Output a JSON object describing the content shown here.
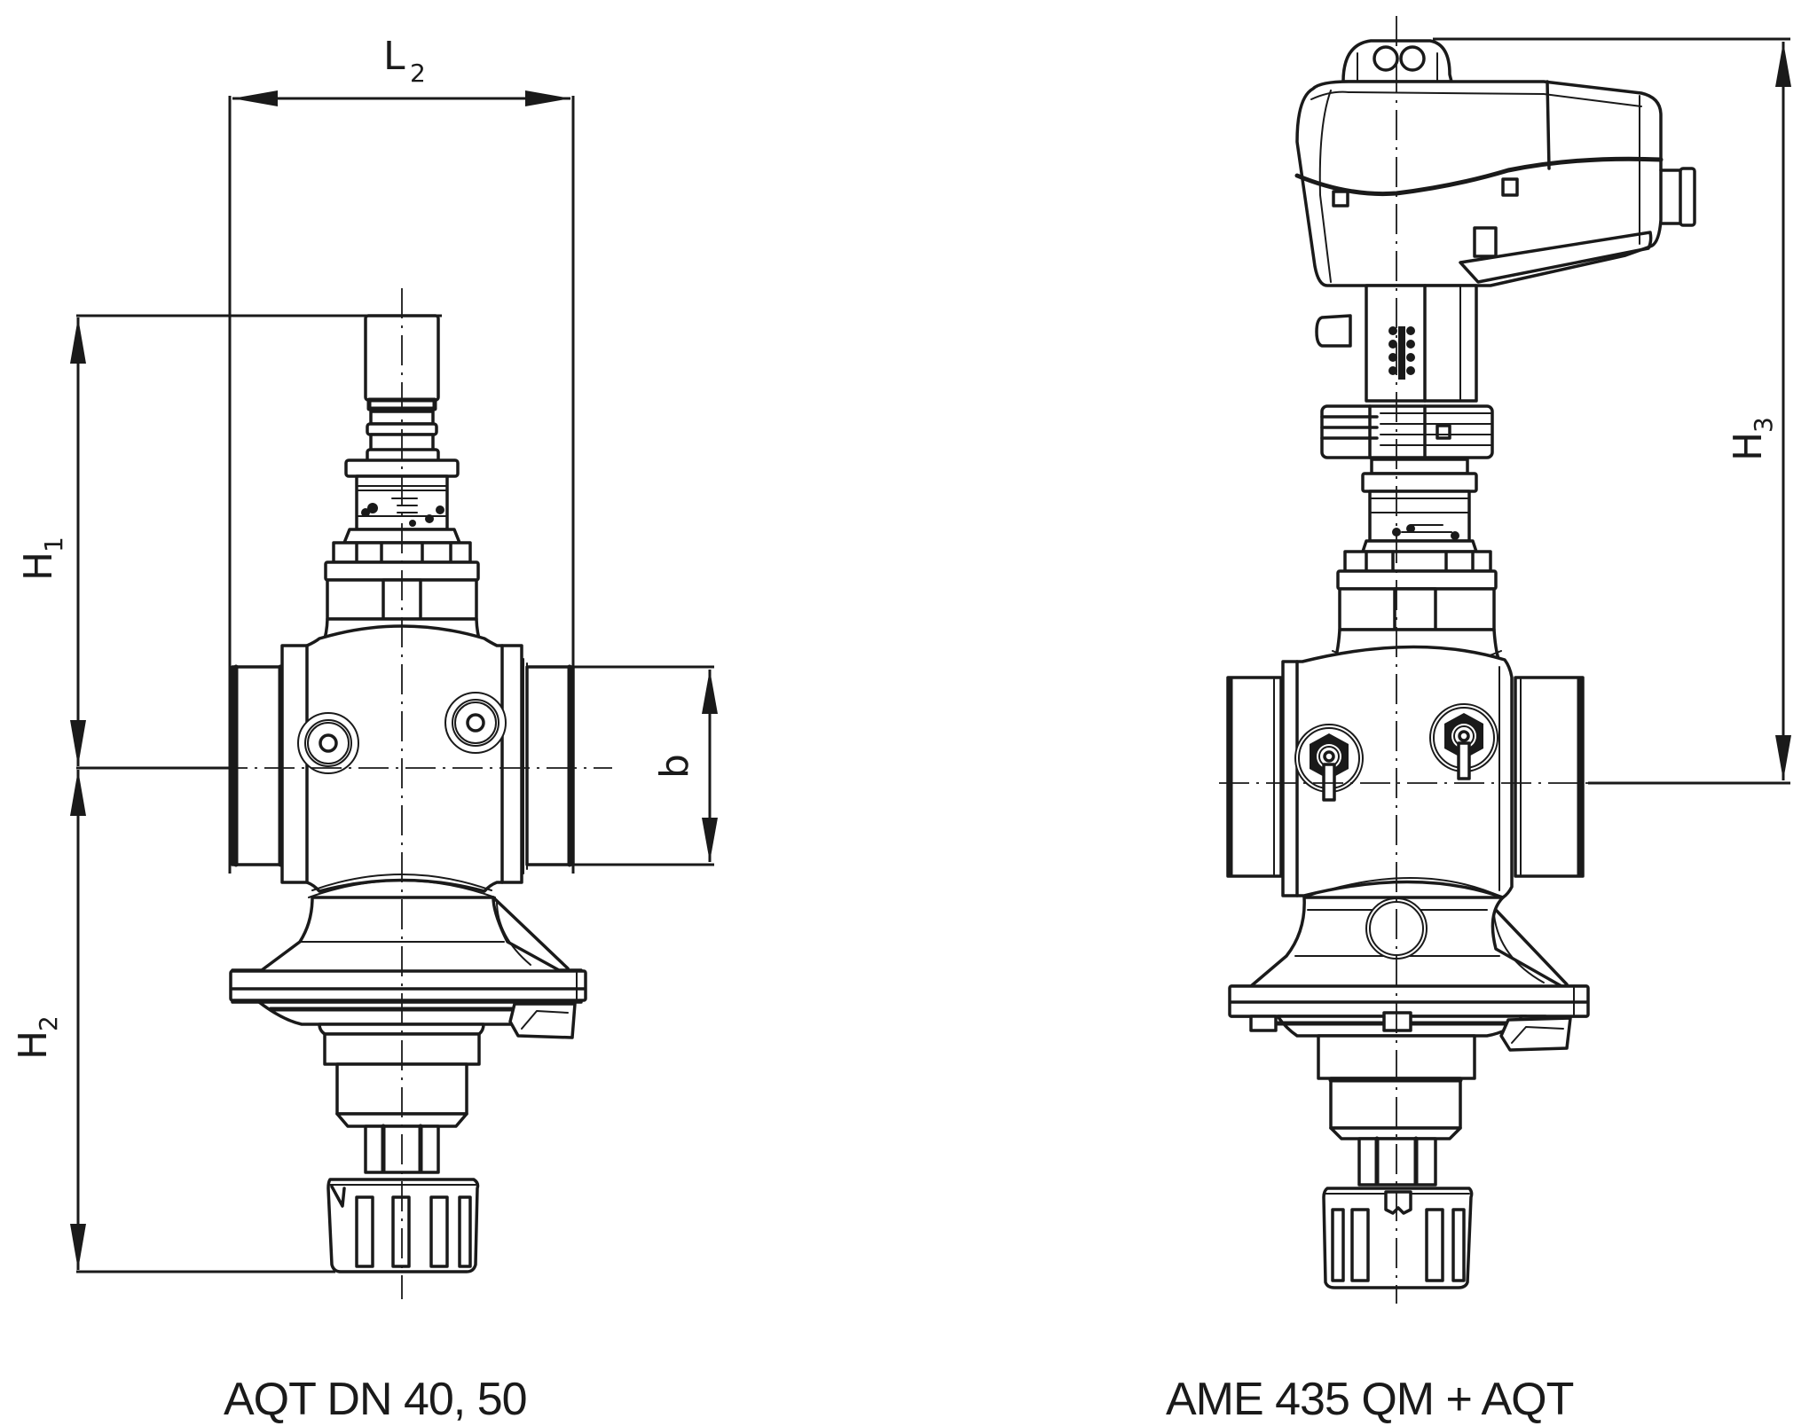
{
  "drawing": {
    "type": "dimension drawing",
    "line_color": "#1a1a1a",
    "background": "#ffffff"
  },
  "left_view": {
    "caption": "AQT DN 40, 50",
    "dimensions": {
      "L2": {
        "symbol": "L",
        "subscript": "2"
      },
      "H1": {
        "symbol": "H",
        "subscript": "1"
      },
      "H2": {
        "symbol": "H",
        "subscript": "2"
      },
      "b": {
        "symbol": "b",
        "subscript": ""
      }
    }
  },
  "right_view": {
    "caption": "AME 435 QM + AQT",
    "dimensions": {
      "H3": {
        "symbol": "H",
        "subscript": "3"
      }
    }
  }
}
